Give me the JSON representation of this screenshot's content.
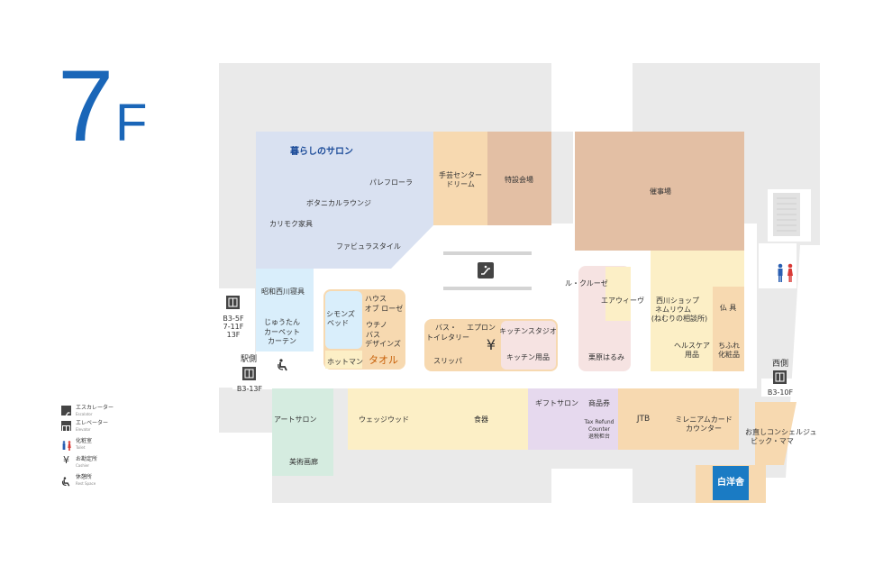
{
  "floor": {
    "number": "7",
    "suffix": "F"
  },
  "colors": {
    "base": "#eaeaea",
    "lavender": "#d9e1f1",
    "peach": "#f7d9b0",
    "brown": "#e3bfa4",
    "cream": "#fcefc6",
    "pink": "#f6e3e2",
    "mint": "#d5ece0",
    "lightblue": "#d9eefb",
    "purple": "#e6d9ee",
    "accent": "#1a66b8"
  },
  "shops": {
    "kurashi_salon": "暮らしのサロン",
    "palefleur": "パレフローラ",
    "botanical": "ボタニカルラウンジ",
    "karimoku": "カリモク家具",
    "fabula": "ファビュラスタイル",
    "tegei_1": "手芸センター",
    "tegei_2": "ドリーム",
    "tokusetsu": "特設会場",
    "saiji": "催事場",
    "showa_nishikawa": "昭和西川寝具",
    "jutan_1": "じゅうたん",
    "jutan_2": "カーペット",
    "jutan_3": "カーテン",
    "simmons_1": "シモンズ",
    "simmons_2": "ベッド",
    "house_1": "ハウス",
    "house_2": "オブ ローゼ",
    "uchino_1": "ウチノ",
    "uchino_2": "バス",
    "uchino_3": "デザインズ",
    "hotman": "ホットマン",
    "towel": "タオル",
    "bath_1": "バス・",
    "bath_2": "トイレタリー",
    "apron": "エプロン",
    "kitchen_studio": "キッチンスタジオ",
    "slipper": "スリッパ",
    "kitchen_goods": "キッチン用品",
    "le_creuset": "ル・クルーゼ",
    "airweave": "エアウィーヴ",
    "kurihara": "栗原はるみ",
    "nishikawa_1": "西川ショップ",
    "nishikawa_2": "ネムリウム",
    "nishikawa_3": "(ねむりの相談所)",
    "butsugu": "仏 具",
    "healthcare_1": "ヘルスケア",
    "healthcare_2": "用品",
    "chifure_1": "ちふれ",
    "chifure_2": "化粧品",
    "art_salon": "アートサロン",
    "gallery": "美術画廊",
    "wedgwood": "ウェッジウッド",
    "shokki": "食器",
    "gift_salon": "ギフトサロン",
    "shohinken": "商品券",
    "taxfree_1": "Tax Refund",
    "taxfree_2": "Counter",
    "taxfree_3": "退税柜台",
    "jtb": "JTB",
    "millennium_1": "ミレニアムカード",
    "millennium_2": "カウンター",
    "concierge_1": "お直しコンシェルジュ",
    "concierge_2": "ビック・ママ",
    "hakuyosha": "白洋舎"
  },
  "elevators": {
    "left_floors_1": "B3-5F",
    "left_floors_2": "7-11F",
    "left_floors_3": "13F",
    "station_side": "駅側",
    "station_floors": "B3-13F",
    "west_side": "西側",
    "west_floors": "B3-10F"
  },
  "legend": {
    "escalator": "エスカレーター",
    "escalator_en": "Escalator",
    "elevator": "エレベーター",
    "elevator_en": "Elevator",
    "toilet": "化粧室",
    "toilet_en": "Toilet",
    "cashier": "お勘定所",
    "cashier_en": "Cashier",
    "rest": "休憩所",
    "rest_en": "Rest Space"
  },
  "icons": [
    "escalator-icon",
    "elevator-icon",
    "toilet-icon",
    "cashier-yen-icon",
    "rest-space-icon"
  ]
}
